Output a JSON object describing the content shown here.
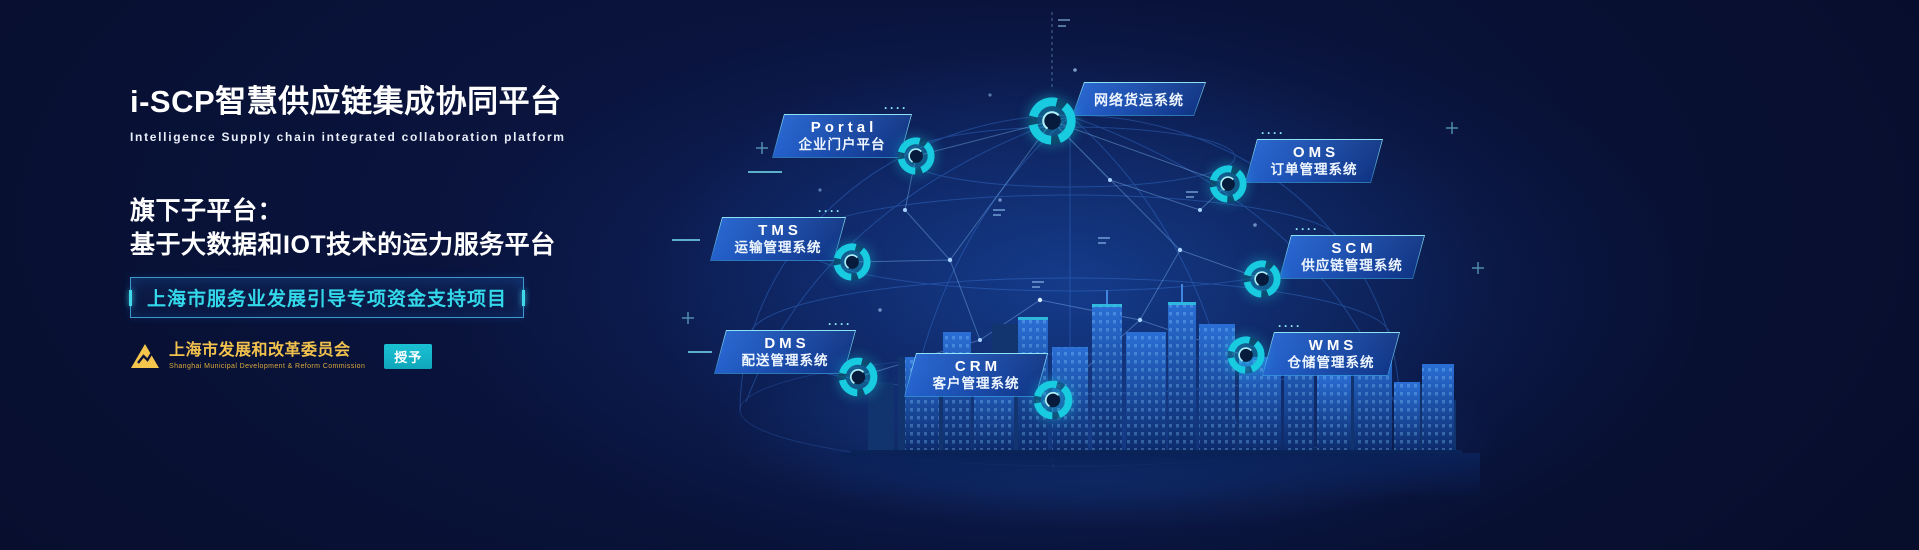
{
  "theme": {
    "background": "#081138",
    "accent_cyan": "#33d9ea",
    "ring_teal": "#19cbe0",
    "gold": "#f2c24e"
  },
  "header": {
    "title": "i-SCP智慧供应链集成协同平台",
    "subtitle": "Intelligence Supply chain integrated collaboration platform"
  },
  "sub_platform": {
    "heading": "旗下子平台：",
    "description": "基于大数据和IOT技术的运力服务平台"
  },
  "project": {
    "label": "上海市服务业发展引导专项资金支持项目"
  },
  "issuer": {
    "name": "上海市发展和改革委员会",
    "name_en": "Shanghai Municipal Development & Reform Commission",
    "grant_label": "授予"
  },
  "systems": [
    {
      "acronym": "Portal",
      "name": "企业门户平台"
    },
    {
      "acronym": "",
      "name": "网络货运系统"
    },
    {
      "acronym": "OMS",
      "name": "订单管理系统"
    },
    {
      "acronym": "TMS",
      "name": "运输管理系统"
    },
    {
      "acronym": "SCM",
      "name": "供应链管理系统"
    },
    {
      "acronym": "DMS",
      "name": "配送管理系统"
    },
    {
      "acronym": "CRM",
      "name": "客户管理系统"
    },
    {
      "acronym": "WMS",
      "name": "仓储管理系统"
    }
  ]
}
